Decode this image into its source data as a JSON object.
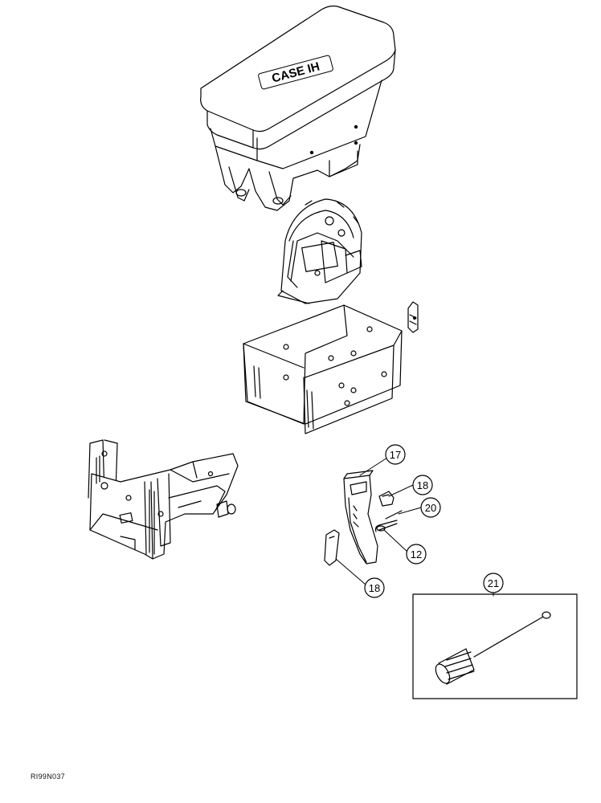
{
  "diagram": {
    "hopper_logo_text": "CASE IH",
    "figure_code": "RI99N037",
    "callouts": [
      {
        "id": "17",
        "label": "17"
      },
      {
        "id": "18a",
        "label": "18"
      },
      {
        "id": "20",
        "label": "20"
      },
      {
        "id": "12",
        "label": "12"
      },
      {
        "id": "18b",
        "label": "18"
      },
      {
        "id": "21",
        "label": "21"
      }
    ]
  }
}
